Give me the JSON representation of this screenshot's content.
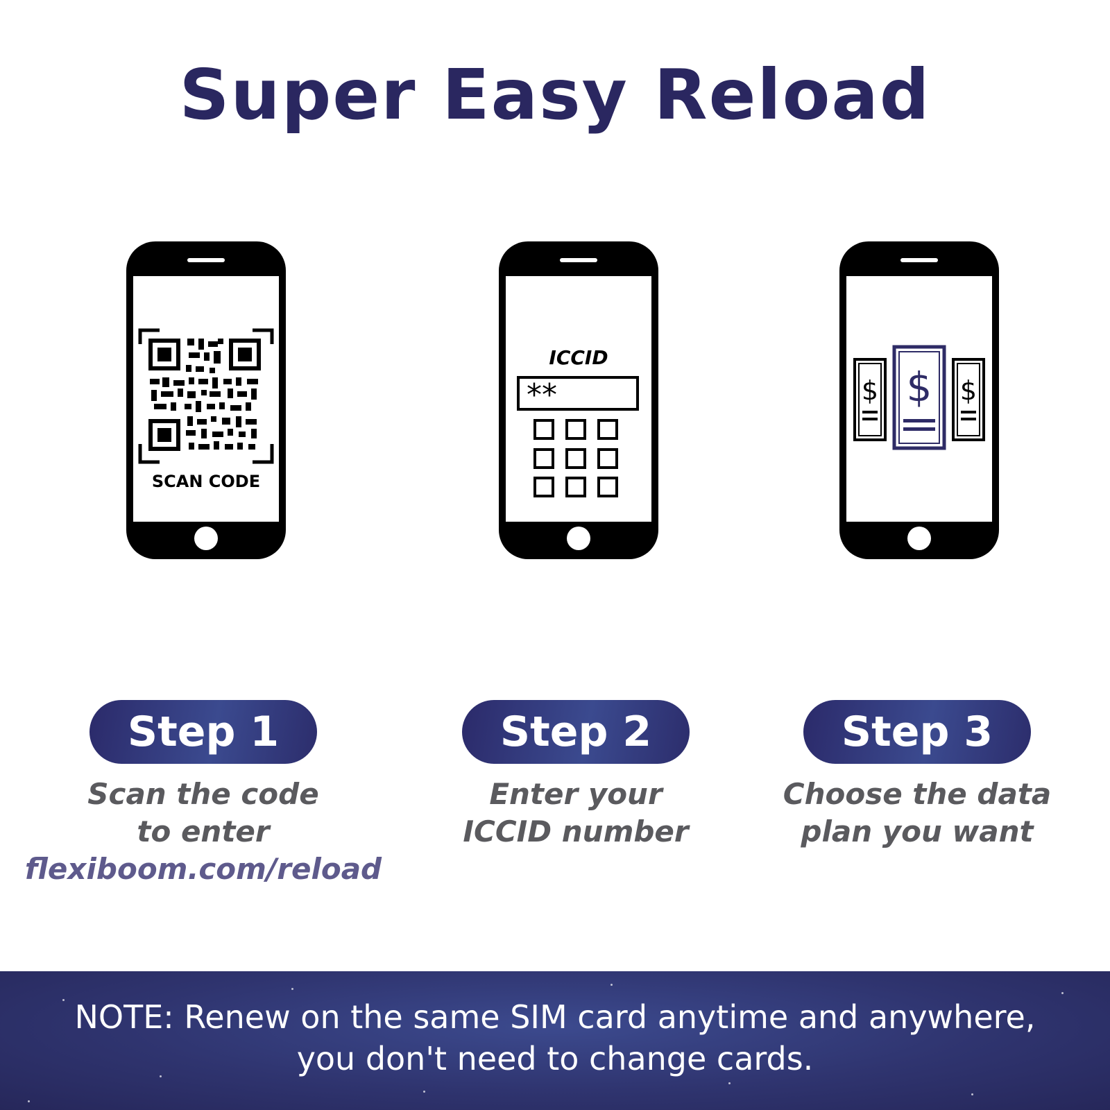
{
  "header": {
    "title": "Super Easy Reload"
  },
  "steps": [
    {
      "label": "Step 1",
      "screen_text": "SCAN CODE",
      "icon": "qr-code-icon",
      "description_lines": [
        "Scan the code",
        "to enter"
      ],
      "link": "flexiboom.com/reload"
    },
    {
      "label": "Step 2",
      "screen_text": "ICCID",
      "field_value": "**",
      "icon": "keypad-icon",
      "description_lines": [
        "Enter your",
        "ICCID number"
      ]
    },
    {
      "label": "Step 3",
      "icon": "dollar-bills-icon",
      "description_lines": [
        "Choose the data",
        "plan you want"
      ]
    }
  ],
  "note": {
    "line1": "NOTE: Renew on the same SIM card anytime and anywhere,",
    "line2": "you don't need to change cards."
  },
  "colors": {
    "title": "#2a2760",
    "pill": "#33397a",
    "description": "#5a5a5e",
    "link": "#5e5a8c",
    "note_band": "#2f346f"
  }
}
